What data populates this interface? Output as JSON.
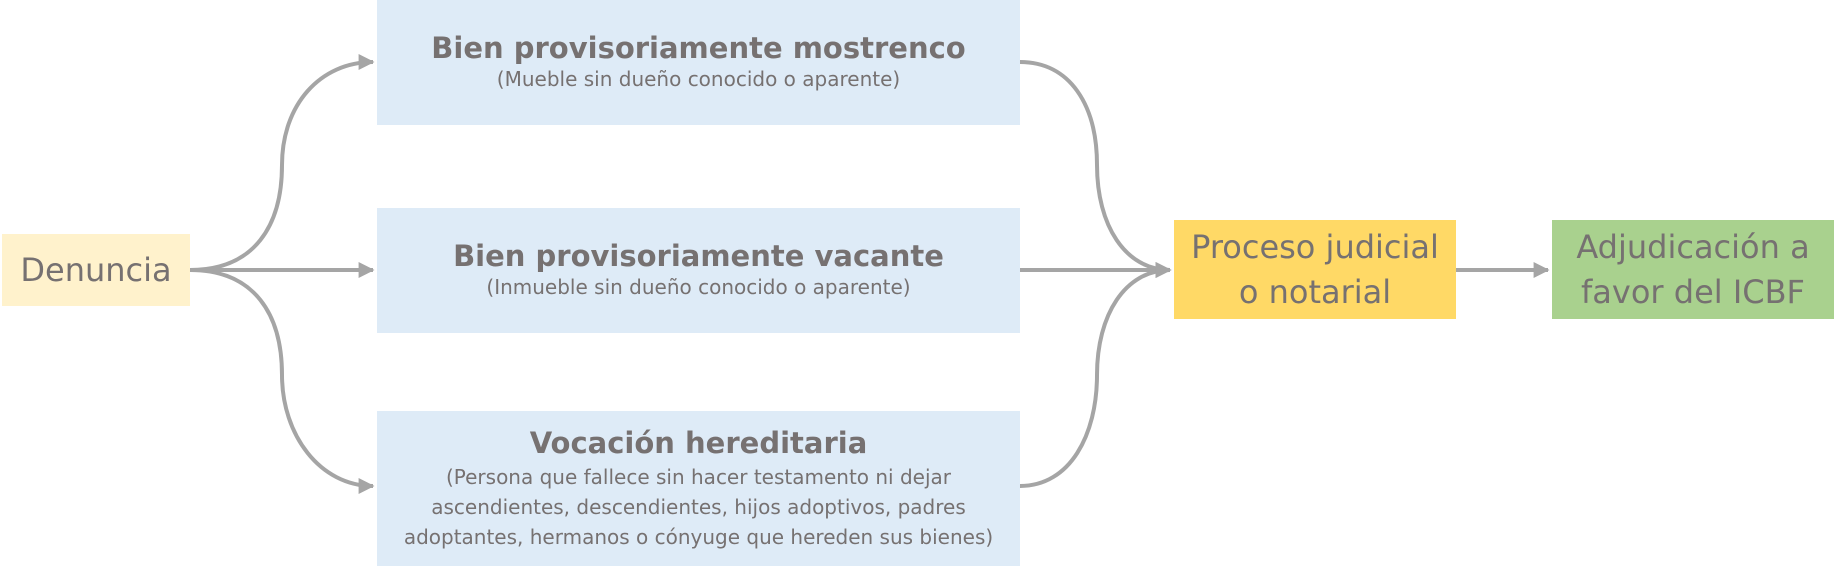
{
  "diagram": {
    "colors": {
      "arrow": "#a5a5a5",
      "text": "#767171",
      "start_fill": "#fff2cc",
      "category_fill": "#deebf7",
      "process_fill": "#ffd966",
      "result_fill": "#a9d18e"
    },
    "nodes": {
      "denuncia": {
        "label": "Denuncia"
      },
      "mostrenco": {
        "title": "Bien provisoriamente mostrenco",
        "subtitle": "(Mueble sin dueño conocido o aparente)"
      },
      "vacante": {
        "title": "Bien provisoriamente vacante",
        "subtitle": "(Inmueble sin dueño conocido o aparente)"
      },
      "vocacion": {
        "title": "Vocación hereditaria",
        "subtitle": "(Persona que fallece sin hacer testamento ni dejar ascendientes, descendientes, hijos adoptivos, padres adoptantes, hermanos o cónyuge que hereden sus bienes)"
      },
      "proceso": {
        "line1": "Proceso judicial",
        "line2": "o notarial"
      },
      "adjudicacion": {
        "line1": "Adjudicación a",
        "line2": "favor del ICBF"
      }
    },
    "edges": [
      {
        "from": "denuncia",
        "to": "mostrenco"
      },
      {
        "from": "denuncia",
        "to": "vacante"
      },
      {
        "from": "denuncia",
        "to": "vocacion"
      },
      {
        "from": "mostrenco",
        "to": "proceso"
      },
      {
        "from": "vacante",
        "to": "proceso"
      },
      {
        "from": "vocacion",
        "to": "proceso"
      },
      {
        "from": "proceso",
        "to": "adjudicacion"
      }
    ]
  }
}
